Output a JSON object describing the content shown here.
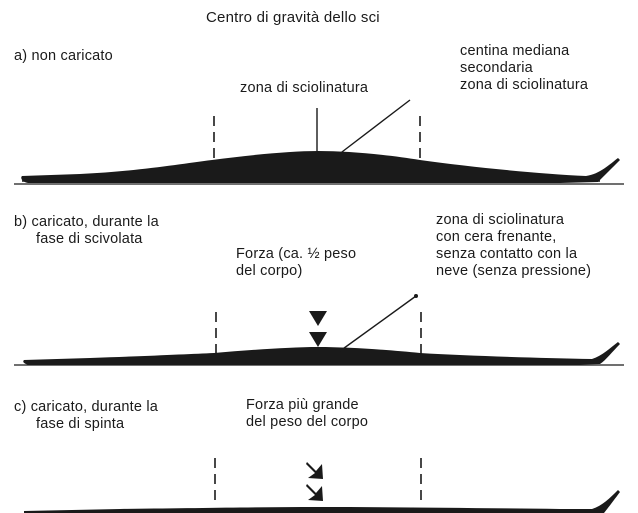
{
  "title": "Centro di gravità dello sci",
  "panels": [
    {
      "label": "a) non caricato",
      "center_label": "zona di sciolinatura",
      "side_label": [
        "centina mediana",
        "secondaria",
        "zona di sciolinatura"
      ]
    },
    {
      "label": [
        "b) caricato, durante la",
        "fase di scivolata"
      ],
      "force_label": [
        "Forza (ca. ½ peso",
        "del corpo)"
      ],
      "side_label": [
        "zona di sciolinatura",
        "con cera frenante,",
        "senza contatto con la",
        "neve (senza pressione)"
      ]
    },
    {
      "label": [
        "c) caricato, durante la",
        "fase di spinta"
      ],
      "force_label": [
        "Forza più grande",
        "del peso del corpo"
      ]
    }
  ]
}
